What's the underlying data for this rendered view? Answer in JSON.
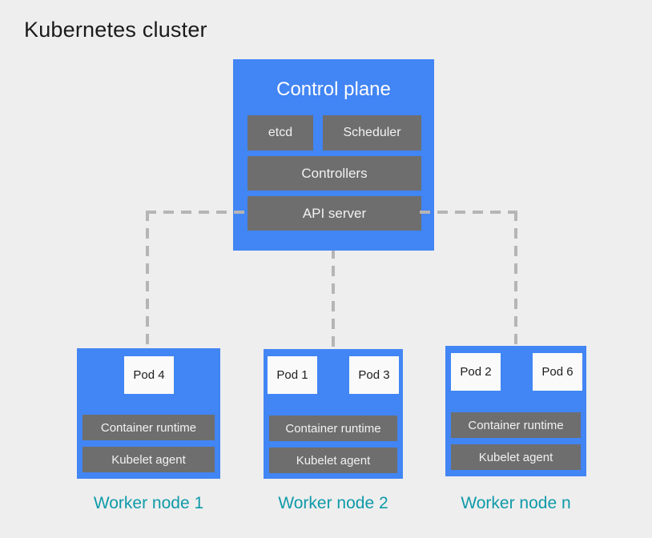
{
  "title": "Kubernetes cluster",
  "colors": {
    "background": "#eeeeee",
    "node_blue": "#4285f4",
    "component_gray": "#6e6e6e",
    "pod_white": "#fafafa",
    "worker_label_teal": "#0f9aa9",
    "dashed_line_gray": "#b5b5b5",
    "light_text": "#f2f2f2",
    "dark_text": "#1b1b1b"
  },
  "control_plane": {
    "title": "Control plane",
    "components": [
      {
        "name": "etcd",
        "label": "etcd"
      },
      {
        "name": "scheduler",
        "label": "Scheduler"
      },
      {
        "name": "controllers",
        "label": "Controllers"
      },
      {
        "name": "api-server",
        "label": "API server"
      }
    ]
  },
  "worker_nodes": [
    {
      "label": "Worker node 1",
      "pods": [
        "Pod 4"
      ],
      "container_runtime": "Container runtime",
      "kubelet": "Kubelet agent"
    },
    {
      "label": "Worker node 2",
      "pods": [
        "Pod 1",
        "Pod 3"
      ],
      "container_runtime": "Container runtime",
      "kubelet": "Kubelet agent"
    },
    {
      "label": "Worker node n",
      "pods": [
        "Pod 2",
        "Pod 6"
      ],
      "container_runtime": "Container runtime",
      "kubelet": "Kubelet agent"
    }
  ]
}
